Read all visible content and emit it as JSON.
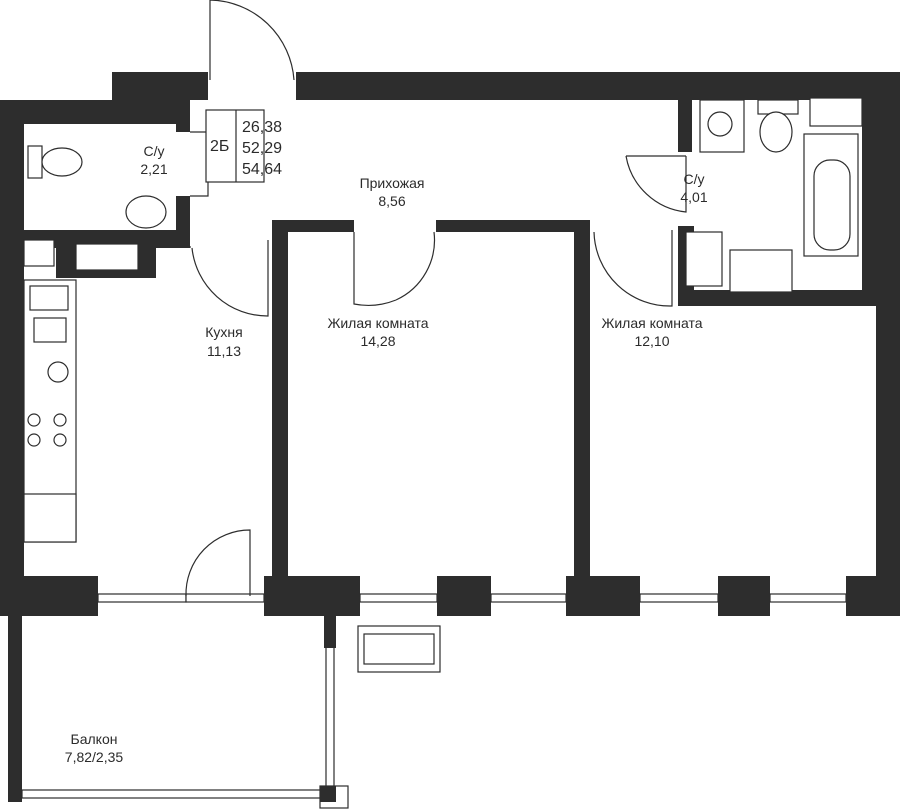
{
  "apartment_tag": {
    "type": "2Б",
    "areas": [
      "26,38",
      "52,29",
      "54,64"
    ]
  },
  "rooms": [
    {
      "id": "bathroom_left",
      "name": "С/у",
      "area": "2,21"
    },
    {
      "id": "hallway",
      "name": "Прихожая",
      "area": "8,56"
    },
    {
      "id": "bathroom_right",
      "name": "С/у",
      "area": "4,01"
    },
    {
      "id": "kitchen",
      "name": "Кухня",
      "area": "11,13"
    },
    {
      "id": "living_1",
      "name": "Жилая комната",
      "area": "14,28"
    },
    {
      "id": "living_2",
      "name": "Жилая комната",
      "area": "12,10"
    },
    {
      "id": "balcony",
      "name": "Балкон",
      "area": "7,82/2,35"
    }
  ],
  "colors": {
    "wall": "#2d2d2d",
    "background": "#ffffff",
    "text": "#2b2b2b"
  }
}
